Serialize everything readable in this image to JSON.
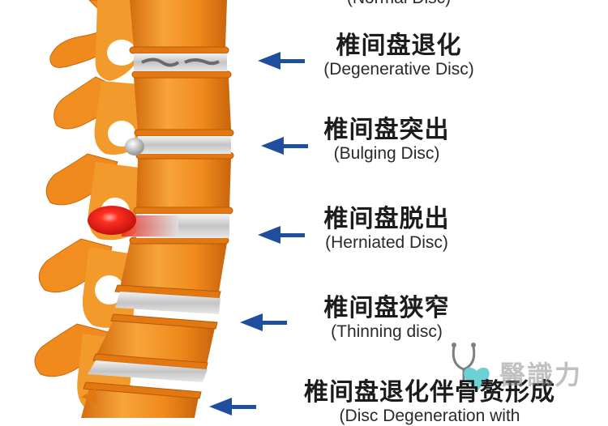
{
  "colors": {
    "bone": "#f08a1c",
    "bone_light": "#f7b24e",
    "bone_dark": "#c9650c",
    "disc": "#cfcfcf",
    "herniation": "#e8231c",
    "arrow": "#1f4e9e",
    "watermark_heart": "#3cc1c8"
  },
  "top_label": {
    "en": "(Normal Disc)"
  },
  "labels": [
    {
      "zh": "椎间盘退化",
      "en": "(Degenerative Disc)"
    },
    {
      "zh": "椎间盘突出",
      "en": "(Bulging Disc)"
    },
    {
      "zh": "椎间盘脱出",
      "en": "(Herniated Disc)"
    },
    {
      "zh": "椎间盘狭窄",
      "en": "(Thinning disc)"
    },
    {
      "zh": "椎间盘退化伴骨赘形成",
      "en": "(Disc Degeneration with"
    }
  ],
  "watermark": {
    "text": "醫識力",
    "icons": [
      "stethoscope-icon",
      "heart-icon"
    ]
  }
}
